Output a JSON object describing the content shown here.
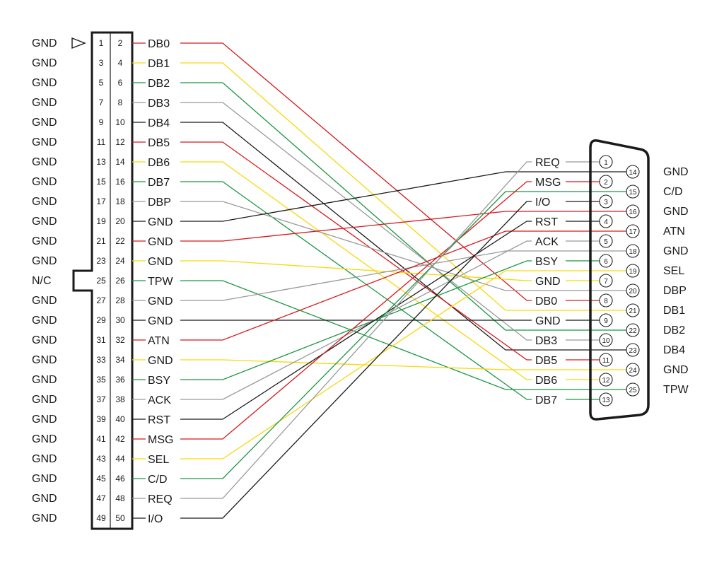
{
  "colors": {
    "red": "#d7191c",
    "yellow": "#f5d90a",
    "green": "#1a9641",
    "gray": "#999999",
    "black": "#1a1a1a"
  },
  "header50": {
    "left_labels": [
      "GND",
      "GND",
      "GND",
      "GND",
      "GND",
      "GND",
      "GND",
      "GND",
      "GND",
      "GND",
      "GND",
      "GND",
      "N/C",
      "GND",
      "GND",
      "GND",
      "GND",
      "GND",
      "GND",
      "GND",
      "GND",
      "GND",
      "GND",
      "GND",
      "GND"
    ],
    "odd_pins": [
      "1",
      "3",
      "5",
      "7",
      "9",
      "11",
      "13",
      "15",
      "17",
      "19",
      "21",
      "23",
      "25",
      "27",
      "29",
      "31",
      "33",
      "35",
      "37",
      "39",
      "41",
      "43",
      "45",
      "47",
      "49"
    ],
    "even_pins": [
      "2",
      "4",
      "6",
      "8",
      "10",
      "12",
      "14",
      "16",
      "18",
      "20",
      "22",
      "24",
      "26",
      "28",
      "30",
      "32",
      "34",
      "36",
      "38",
      "40",
      "42",
      "44",
      "46",
      "48",
      "50"
    ],
    "signals": [
      "DB0",
      "DB1",
      "DB2",
      "DB3",
      "DB4",
      "DB5",
      "DB6",
      "DB7",
      "DBP",
      "GND",
      "GND",
      "GND",
      "TPW",
      "GND",
      "GND",
      "ATN",
      "GND",
      "BSY",
      "ACK",
      "RST",
      "MSG",
      "SEL",
      "C/D",
      "REQ",
      "I/O"
    ],
    "wire_colors": [
      "red",
      "yellow",
      "green",
      "gray",
      "black",
      "red",
      "yellow",
      "green",
      "gray",
      "black",
      "red",
      "yellow",
      "green",
      "gray",
      "black",
      "red",
      "yellow",
      "green",
      "gray",
      "black",
      "red",
      "yellow",
      "green",
      "gray",
      "black"
    ]
  },
  "db25": {
    "signal_labels": [
      "REQ",
      "MSG",
      "I/O",
      "RST",
      "ACK",
      "BSY",
      "GND",
      "DB0",
      "GND",
      "DB3",
      "DB5",
      "DB6",
      "DB7"
    ],
    "top_pins": [
      "1",
      "2",
      "3",
      "4",
      "5",
      "6",
      "7",
      "8",
      "9",
      "10",
      "11",
      "12",
      "13"
    ],
    "bottom_pins": [
      "14",
      "15",
      "16",
      "17",
      "18",
      "19",
      "20",
      "21",
      "22",
      "23",
      "24",
      "25"
    ],
    "right_labels": [
      "GND",
      "C/D",
      "GND",
      "ATN",
      "GND",
      "SEL",
      "DBP",
      "DB1",
      "DB2",
      "DB4",
      "GND",
      "TPW"
    ]
  },
  "connections": [
    {
      "from": "2",
      "to": "8"
    },
    {
      "from": "4",
      "to": "21"
    },
    {
      "from": "6",
      "to": "22"
    },
    {
      "from": "8",
      "to": "10"
    },
    {
      "from": "10",
      "to": "23"
    },
    {
      "from": "12",
      "to": "11"
    },
    {
      "from": "14",
      "to": "12"
    },
    {
      "from": "16",
      "to": "13"
    },
    {
      "from": "18",
      "to": "20"
    },
    {
      "from": "20",
      "to": "14"
    },
    {
      "from": "22",
      "to": "16"
    },
    {
      "from": "24",
      "to": "7"
    },
    {
      "from": "26",
      "to": "25"
    },
    {
      "from": "28",
      "to": "18"
    },
    {
      "from": "30",
      "to": "9"
    },
    {
      "from": "32",
      "to": "17"
    },
    {
      "from": "34",
      "to": "24"
    },
    {
      "from": "36",
      "to": "6"
    },
    {
      "from": "38",
      "to": "5"
    },
    {
      "from": "40",
      "to": "4"
    },
    {
      "from": "42",
      "to": "2"
    },
    {
      "from": "44",
      "to": "19"
    },
    {
      "from": "46",
      "to": "15"
    },
    {
      "from": "48",
      "to": "1"
    },
    {
      "from": "50",
      "to": "3"
    }
  ]
}
